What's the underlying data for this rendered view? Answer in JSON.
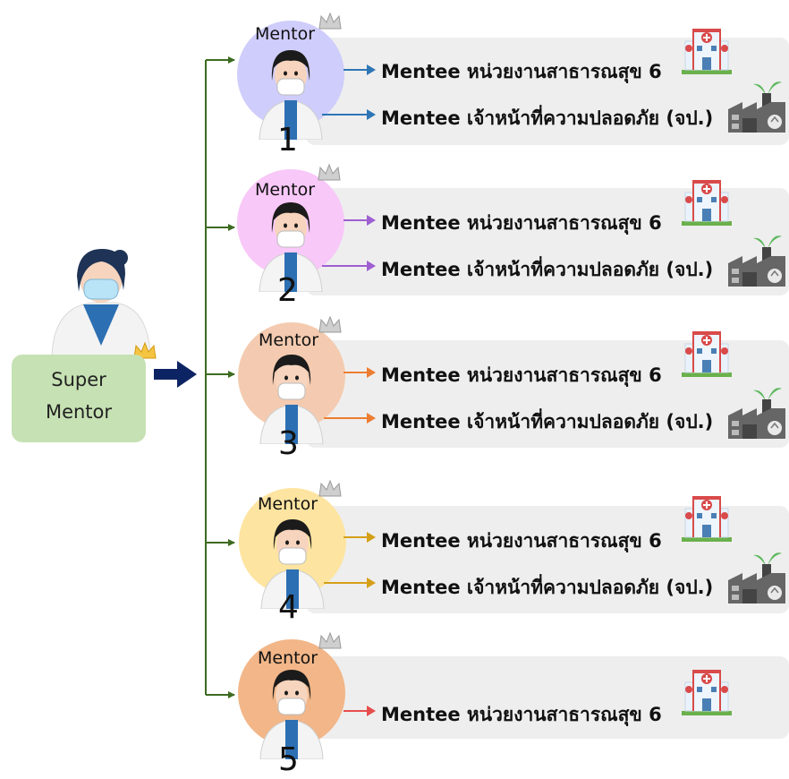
{
  "super_mentor": {
    "line1": "Super",
    "line2": "Mentor"
  },
  "mentor_label": "Mentor",
  "mentee_health": "Mentee หน่วยงานสาธารณสุข 6",
  "mentee_safety": "Mentee เจ้าหน้าที่ความปลอดภัย (จป.)",
  "groups": [
    {
      "number": "1",
      "circle_color": "#cfcdfb",
      "arrow_color": "#2e75b6",
      "has_safety": true
    },
    {
      "number": "2",
      "circle_color": "#f8c8f8",
      "arrow_color": "#9e5fd1",
      "has_safety": true
    },
    {
      "number": "3",
      "circle_color": "#f4cbb0",
      "arrow_color": "#ed7d31",
      "has_safety": true
    },
    {
      "number": "4",
      "circle_color": "#fde4a0",
      "arrow_color": "#d4a017",
      "has_safety": true
    },
    {
      "number": "5",
      "circle_color": "#f2b688",
      "arrow_color": "#e74c4c",
      "has_safety": false
    }
  ],
  "colors": {
    "connector": "#3d6b21",
    "super_arrow": "#0d2464",
    "super_box": "#c6e1b3",
    "panel": "#eeeeee"
  }
}
